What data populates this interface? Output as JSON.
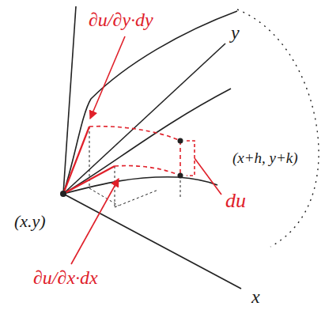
{
  "diagram": {
    "labels": [
      "∂u/∂y·dy",
      "y",
      "(x+h, y+k)",
      "du",
      "(x.y)",
      "∂u/∂x·dx",
      "x"
    ]
  }
}
